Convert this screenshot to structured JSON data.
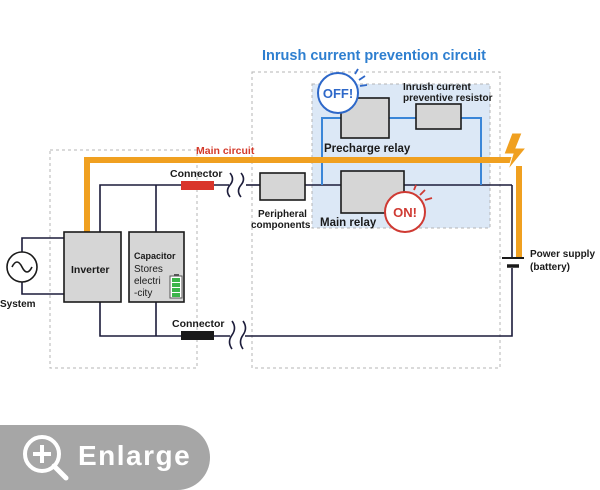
{
  "title": "Inrush current prevention circuit",
  "labels": {
    "inrush_resistor_line1": "Inrush current",
    "inrush_resistor_line2": "preventive resistor",
    "precharge_relay": "Precharge relay",
    "main_relay": "Main relay",
    "main_circuit": "Main circuit",
    "connector_top": "Connector",
    "connector_bottom": "Connector",
    "peripheral_line1": "Peripheral",
    "peripheral_line2": "components",
    "inverter": "Inverter",
    "system": "System",
    "capacitor_title": "Capacitor",
    "capacitor_line1": "Stores",
    "capacitor_line2": "electri",
    "capacitor_line3": "-city",
    "power_supply_line1": "Power supply",
    "power_supply_line2": "(battery)"
  },
  "badges": {
    "off": "OFF!",
    "on": "ON!"
  },
  "enlarge": {
    "label": "Enlarge"
  },
  "colors": {
    "title_blue": "#2e7fd0",
    "main_circuit_orange": "#f0a020",
    "main_circuit_label_red": "#d43a2a",
    "precharge_wire_blue": "#3a86d8",
    "shaded_region": "#dce8f6",
    "off_badge": "#2e68c9",
    "on_badge": "#cf3a33",
    "connector_red": "#d9352b",
    "connector_black": "#1a1a1a",
    "component_fill": "#d6d6d6",
    "enlarge_bg": "#a6a6a6"
  }
}
